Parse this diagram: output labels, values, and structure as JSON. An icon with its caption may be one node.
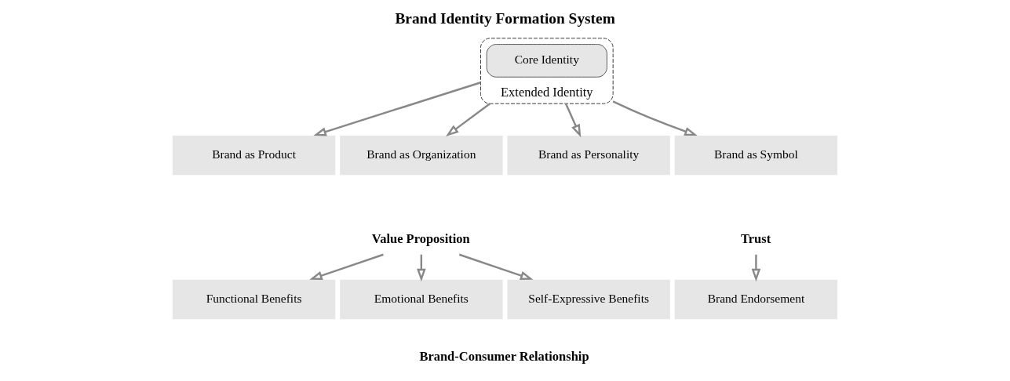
{
  "diagram": {
    "title": "Brand Identity Formation System",
    "nodes": [
      {
        "text": [
          "Extended Identity"
        ]
      },
      {
        "text": [
          "Core Identity"
        ],
        "in": 0
      },
      {
        "text": [
          "Brand as Product"
        ]
      },
      {
        "text": [
          "Brand as Organization"
        ]
      },
      {
        "text": [
          "Brand as Personality"
        ]
      },
      {
        "text": [
          "Brand as Symbol"
        ]
      },
      {
        "text": [
          "Value Proposition"
        ]
      },
      {
        "text": [
          "Trust"
        ]
      },
      {
        "text": [
          "Functional Benefits"
        ]
      },
      {
        "text": [
          "Emotional Benefits"
        ]
      },
      {
        "text": [
          "Self-Expressive Benefits"
        ]
      },
      {
        "text": [
          "Brand Endorsement"
        ]
      }
    ],
    "edges": [
      {
        "from": 0,
        "to": 2,
        "arrow": "to"
      },
      {
        "from": 0,
        "to": 3,
        "arrow": "to"
      },
      {
        "from": 0,
        "to": 4,
        "arrow": "to"
      },
      {
        "from": 0,
        "to": 5,
        "arrow": "to"
      },
      {
        "from": 6,
        "to": 8,
        "arrow": "to"
      },
      {
        "from": 6,
        "to": 9,
        "arrow": "to"
      },
      {
        "from": 6,
        "to": 10,
        "arrow": "to"
      },
      {
        "from": 7,
        "to": 11,
        "arrow": "to"
      }
    ],
    "labels": [
      "Brand-Consumer Relationship"
    ]
  }
}
